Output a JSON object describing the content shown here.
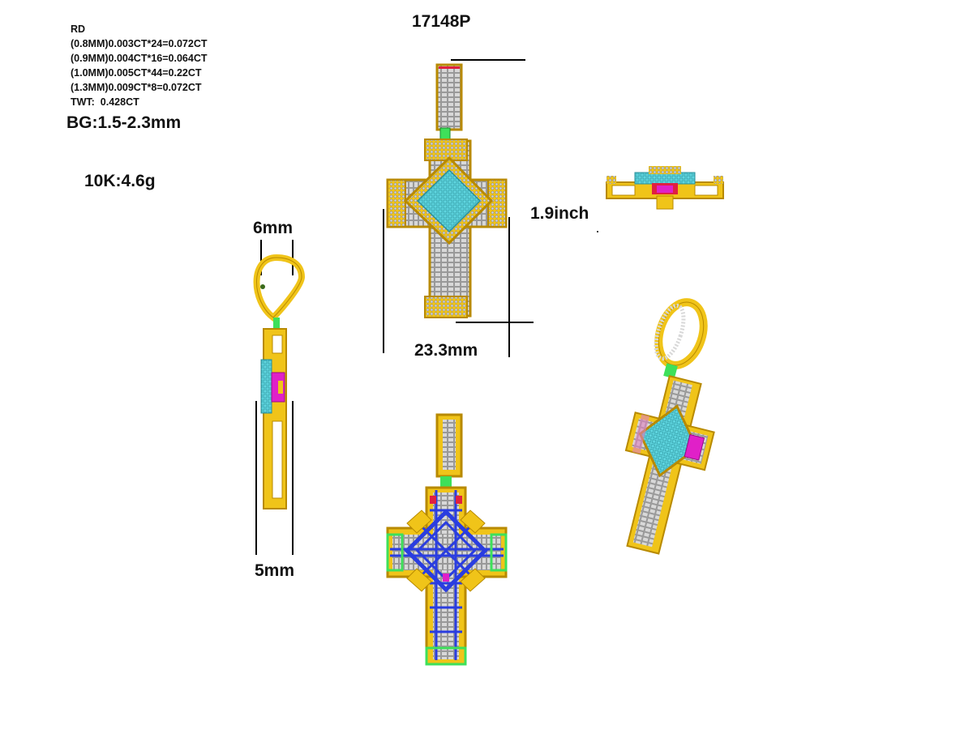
{
  "model_code": "17148P",
  "stone_spec": {
    "shape": "RD",
    "lines": [
      "(0.8MM)0.003CT*24=0.072CT",
      "(0.9MM)0.004CT*16=0.064CT",
      "(1.0MM)0.005CT*44=0.22CT",
      "(1.3MM)0.009CT*8=0.072CT"
    ],
    "total": "TWT:  0.428CT"
  },
  "baguette_range": "BG:1.5-2.3mm",
  "metal_weight": "10K:4.6g",
  "dimensions": {
    "bail_width": "6mm",
    "side_depth": "5mm",
    "height": "1.9inch",
    "width": "23.3mm"
  },
  "colors": {
    "gold": "#f0c419",
    "gold_dark": "#b88a00",
    "turquoise": "#5fd6e0",
    "magenta": "#e020c8",
    "green": "#3ee05a",
    "blue": "#2a3de0",
    "red": "#e02040",
    "stone_gray": "#d8d8d8"
  }
}
